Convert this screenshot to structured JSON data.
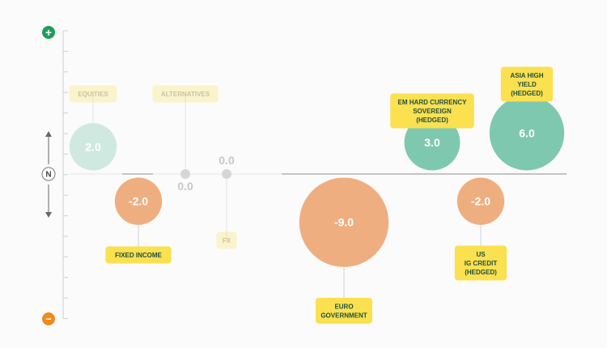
{
  "chart_data": {
    "type": "bubble-deviation",
    "axis": {
      "top_symbol": "+",
      "bottom_symbol": "−",
      "center_label": "N",
      "top_color": "#1e9e5a",
      "bottom_color": "#f08a1c"
    },
    "colors": {
      "positive": "#7ec8b0",
      "negative": "#efae80",
      "label_bg": "#fbe04f",
      "label_text": "#1f4f3f",
      "baseline": "#8c8c8c",
      "tick": "#cfcfd6",
      "stem": "#d0d0d0",
      "value_dark": "#111111",
      "value_faded": "#c8c8c8"
    },
    "items": [
      {
        "label": [
          "EQUITIES"
        ],
        "value": 2.0,
        "value_text": "2.0",
        "faded": true
      },
      {
        "label": [
          "FIXED INCOME"
        ],
        "value": -2.0,
        "value_text": "-2.0",
        "faded": false
      },
      {
        "label": [
          "ALTERNATIVES"
        ],
        "value": 0.0,
        "value_text": "0.0",
        "faded": true
      },
      {
        "label": [
          "FX"
        ],
        "value": 0.0,
        "value_text": "0.0",
        "faded": true
      },
      {
        "label": [
          "EURO",
          "GOVERNMENT"
        ],
        "value": -9.0,
        "value_text": "-9.0",
        "faded": false
      },
      {
        "label": [
          "EM HARD CURRENCY",
          "SOVEREIGN",
          "(HEDGED)"
        ],
        "value": 3.0,
        "value_text": "3.0",
        "faded": false
      },
      {
        "label": [
          "US",
          "IG CREDIT",
          "(HEDGED)"
        ],
        "value": -2.0,
        "value_text": "-2.0",
        "faded": false
      },
      {
        "label": [
          "ASIA HIGH",
          "YIELD",
          "(HEDGED)"
        ],
        "value": 6.0,
        "value_text": "6.0",
        "faded": false
      }
    ]
  }
}
